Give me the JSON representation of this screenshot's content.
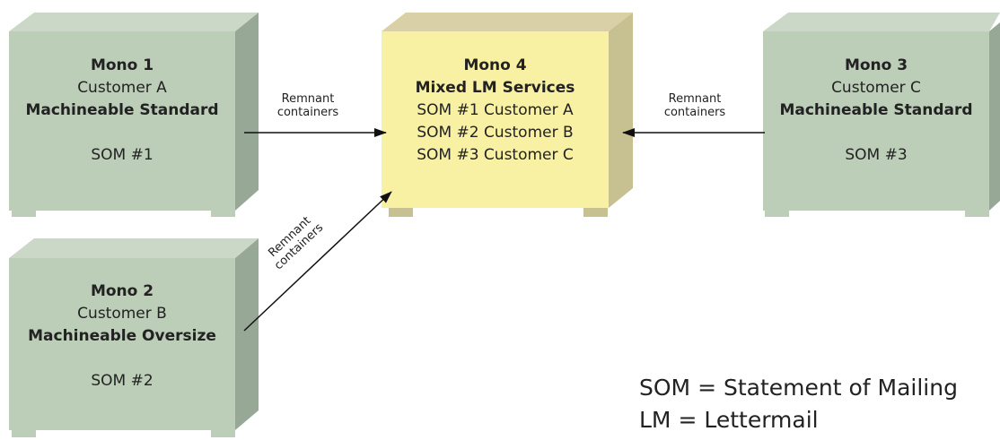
{
  "colors": {
    "container_front": "#bccdb8",
    "container_side": "#98a896",
    "container_top": "#cbd8c8",
    "mixed_front": "#f8f0a2",
    "mixed_side": "#c7c091",
    "mixed_top": "#d9d0a7",
    "arrow": "#111111"
  },
  "containers": {
    "mono1": {
      "title": "Mono 1",
      "customer": "Customer A",
      "service": "Machineable Standard",
      "som": "SOM #1"
    },
    "mono2": {
      "title": "Mono 2",
      "customer": "Customer B",
      "service": "Machineable Oversize",
      "som": "SOM #2"
    },
    "mono3": {
      "title": "Mono 3",
      "customer": "Customer C",
      "service": "Machineable Standard",
      "som": "SOM #3"
    },
    "mono4": {
      "title": "Mono 4",
      "service": "Mixed LM Services",
      "lines": [
        "SOM #1 Customer A",
        "SOM #2 Customer B",
        "SOM #3 Customer C"
      ]
    }
  },
  "arrows": {
    "from_mono1": {
      "label_line1": "Remnant",
      "label_line2": "containers"
    },
    "from_mono3": {
      "label_line1": "Remnant",
      "label_line2": "containers"
    },
    "from_mono2": {
      "label_line1": "Remnant",
      "label_line2": "containers"
    }
  },
  "legend": {
    "som": "SOM = Statement of Mailing",
    "lm": "LM = Lettermail"
  }
}
